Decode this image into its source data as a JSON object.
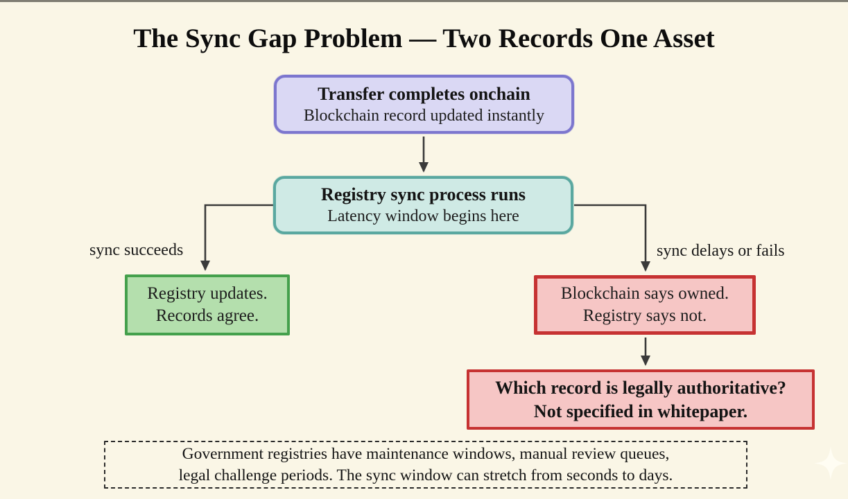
{
  "page": {
    "background": "#faf6e6",
    "title": "The Sync Gap Problem — Two Records One Asset"
  },
  "flowchart": {
    "arrow_color": "#3a3a3a",
    "nodes": {
      "transfer": {
        "line1": "Transfer completes onchain",
        "line2": "Blockchain record updated instantly",
        "fill": "#dad8f4",
        "border": "#7c76ce"
      },
      "sync": {
        "line1": "Registry sync process runs",
        "line2": "Latency window begins here",
        "fill": "#cfeae5",
        "border": "#5aa8a0"
      },
      "success": {
        "line1": "Registry updates.",
        "line2": "Records agree.",
        "fill": "#b4dfad",
        "border": "#44a04c"
      },
      "conflict": {
        "line1": "Blockchain says owned.",
        "line2": "Registry says not.",
        "fill": "#f6c6c5",
        "border": "#c63232"
      },
      "question": {
        "line1": "Which record is legally authoritative?",
        "line2": "Not specified in whitepaper.",
        "fill": "#f6c6c5",
        "border": "#c63232"
      }
    },
    "edge_labels": {
      "left": "sync succeeds",
      "right": "sync delays or fails"
    }
  },
  "note": {
    "line1": "Government registries have maintenance windows, manual review queues,",
    "line2": "legal challenge periods. The sync window can stretch from seconds to days."
  }
}
